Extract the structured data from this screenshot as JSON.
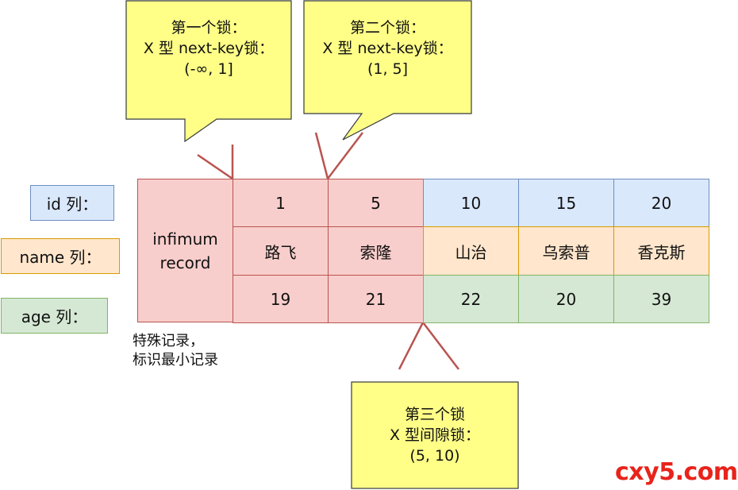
{
  "row_labels": {
    "id": "id 列：",
    "name": "name 列：",
    "age": "age 列："
  },
  "infimum": {
    "label": "infimum\nrecord",
    "caption": "特殊记录，\n标识最小记录"
  },
  "records": [
    {
      "id": "1",
      "name": "路飞",
      "age": "19",
      "locked": true
    },
    {
      "id": "5",
      "name": "索隆",
      "age": "21",
      "locked": true
    },
    {
      "id": "10",
      "name": "山治",
      "age": "22",
      "locked": false
    },
    {
      "id": "15",
      "name": "乌索普",
      "age": "20",
      "locked": false
    },
    {
      "id": "20",
      "name": "香克斯",
      "age": "39",
      "locked": false
    }
  ],
  "callouts": [
    {
      "text": "第一个锁：\nX 型 next-key锁：\n(-∞, 1]"
    },
    {
      "text": "第二个锁：\nX 型 next-key锁：\n(1, 5]"
    },
    {
      "text": "第三个锁\nX 型间隙锁：\n(5, 10)"
    }
  ],
  "colors": {
    "red_fill": "#f8cecc",
    "red_stroke": "#b85450",
    "blue_fill": "#dae8fc",
    "blue_stroke": "#6c8ebf",
    "orange_fill": "#ffe6cc",
    "orange_stroke": "#d79b00",
    "green_fill": "#d5e8d4",
    "green_stroke": "#82b366",
    "note_fill": "#ffff88",
    "note_stroke": "#36393d"
  },
  "watermark": "cxy5.com"
}
